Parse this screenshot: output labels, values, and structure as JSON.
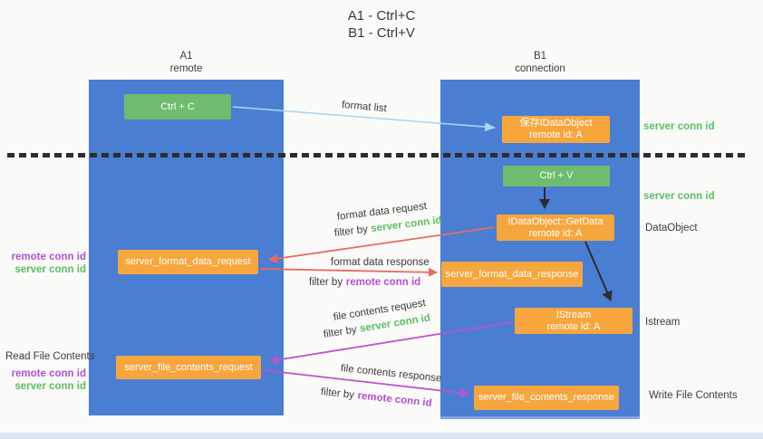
{
  "title": {
    "line1": "A1 - Ctrl+C",
    "line2": "B1 - Ctrl+V"
  },
  "columns": {
    "a1": {
      "name": "A1",
      "role": "remote"
    },
    "b1": {
      "name": "B1",
      "role": "connection"
    }
  },
  "nodes": {
    "ctrl_c": "Ctrl + C",
    "ctrl_v": "Ctrl + V",
    "save_dataobject": {
      "line1": "保存IDataObject",
      "line2": "remote id: A"
    },
    "getdata": {
      "line1": "IDataObject::GetData",
      "line2": "remote id: A"
    },
    "istream": {
      "line1": "IStream",
      "line2": "remote id: A"
    },
    "format_request": "server_format_data_request",
    "format_response": "server_format_data_response",
    "file_request": "server_file_contents_request",
    "file_response": "server_file_contents_response"
  },
  "arrows": {
    "format_list": "format list",
    "format_data_request": "format data request",
    "format_data_response": "format data response",
    "file_contents_request": "file contents request",
    "file_contents_response": "file contents response",
    "filter_by": "filter by"
  },
  "ids": {
    "server_conn_id": "server conn id",
    "remote_conn_id": "remote conn id"
  },
  "side_labels": {
    "read_file_contents": "Read File Contents",
    "write_file_contents": "Write File Contents",
    "dataobject": "DataObject",
    "istream": "Istream"
  },
  "colors": {
    "column_blue": "#4a7ed3",
    "node_green": "#6ebd6f",
    "node_orange": "#f7a63e",
    "arrow_red": "#e96a5f",
    "arrow_purple": "#bd53cc",
    "arrow_light_blue": "#a9d5f1",
    "arrow_black": "#2b2b2b",
    "server_conn_green": "#5cbd62",
    "remote_conn_purple": "#b34fd4"
  }
}
